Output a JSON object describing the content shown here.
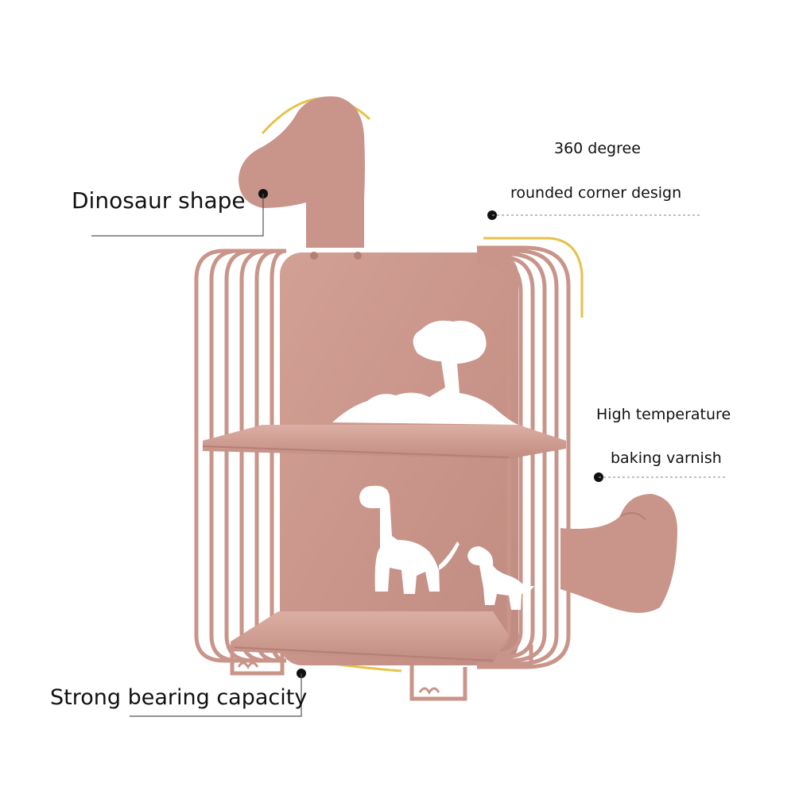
{
  "callouts": {
    "dinosaur_shape": "Dinosaur shape",
    "degree_360": "360 degree",
    "rounded_corner": "rounded corner design",
    "high_temperature": "High temperature",
    "baking_varnish": "baking varnish",
    "strong_bearing": "Strong bearing capacity"
  },
  "colors": {
    "shelf_main": "#c99489",
    "shelf_dark": "#b47f74",
    "shelf_light": "#dcaea3",
    "highlight": "#e6c24a",
    "cutout": "#ffffff",
    "text": "#111111"
  },
  "product": {
    "type": "dinosaur shaped two-tier wall shelf",
    "icons": [
      "dinosaur-head-icon",
      "dinosaur-tail-icon",
      "volcano-icon",
      "dinosaur-silhouette-icon"
    ]
  }
}
